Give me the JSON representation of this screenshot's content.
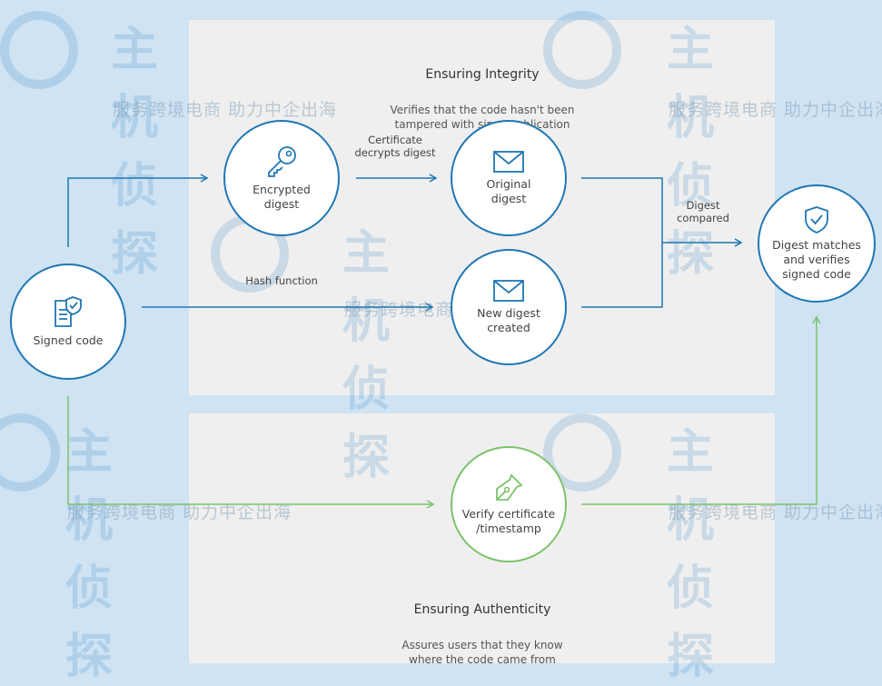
{
  "integrity": {
    "title": "Ensuring Integrity",
    "subtitle": "Verifies that the code hasn't been\ntampered with since publication"
  },
  "authenticity": {
    "title": "Ensuring Authenticity",
    "subtitle": "Assures users that they know\nwhere the code came from"
  },
  "nodes": {
    "signed_code": "Signed code",
    "encrypted_digest": "Encrypted\ndigest",
    "original_digest": "Original\ndigest",
    "new_digest": "New digest\ncreated",
    "digest_matches": "Digest matches\nand verifies\nsigned code",
    "verify_certificate": "Verify certificate\n/timestamp"
  },
  "edges": {
    "certificate_decrypts": "Certificate\ndecrypts digest",
    "hash_function": "Hash function",
    "digest_compared": "Digest\ncompared"
  },
  "watermark": {
    "brand": "主机侦探",
    "tagline": "服务跨境电商 助力中企出海"
  },
  "colors": {
    "integrity_path": "#1f77b4",
    "authenticity_path": "#7cc26b",
    "background": "#cfe3f3",
    "panel": "#efefef"
  },
  "icons": {
    "signed_code": "document-shield-icon",
    "encrypted_digest": "key-icon",
    "original_digest": "envelope-icon",
    "new_digest": "envelope-icon",
    "digest_matches": "shield-check-icon",
    "verify_certificate": "pen-nib-icon"
  }
}
